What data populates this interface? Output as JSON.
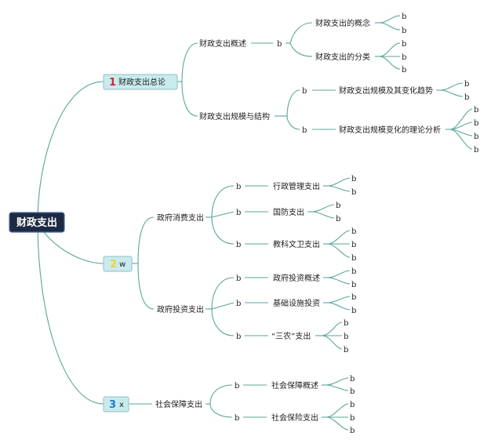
{
  "root": {
    "label": "财政支出"
  },
  "sections": [
    {
      "num": "1",
      "num_color": "#d6223c",
      "label": "财政支出总论"
    },
    {
      "num": "2",
      "num_color": "#f2d23a",
      "label": "w"
    },
    {
      "num": "3",
      "num_color": "#1a7ad6",
      "label": "x"
    }
  ],
  "subs": {
    "s1a": "财政支出概述",
    "s1b": "财政支出规模与结构",
    "s2a": "政府消费支出",
    "s2b": "政府投资支出",
    "s3a": "社会保障支出"
  },
  "items": {
    "i1": "财政支出的概念",
    "i2": "财政支出的分类",
    "i3": "财政支出规模及其变化趋势",
    "i4": "财政支出规模变化的理论分析",
    "i5": "行政管理支出",
    "i6": "国防支出",
    "i7": "教科文卫支出",
    "i8": "政府投资概述",
    "i9": "基础设施投资",
    "i10": "“三农”支出",
    "i11": "社会保障概述",
    "i12": "社会保险支出"
  },
  "leaf_label": "b"
}
